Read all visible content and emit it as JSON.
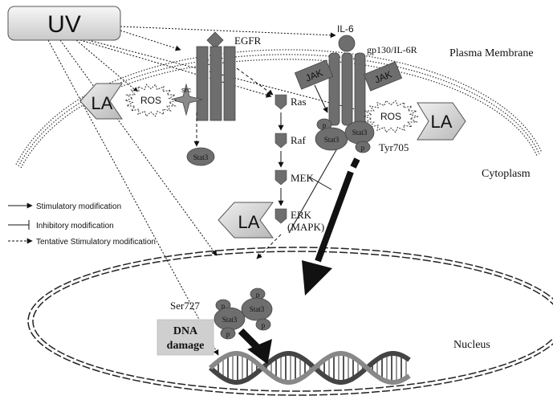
{
  "labels": {
    "uv": "UV",
    "egfr": "EGFR",
    "il6": "IL-6",
    "gp130": "gp130/IL-6R",
    "plasma_membrane": "Plasma Membrane",
    "jak": "JAK",
    "ros": "ROS",
    "la": "LA",
    "src": "src",
    "ras": "Ras",
    "raf": "Raf",
    "mek": "MEK",
    "erk": "ERK",
    "mapk": "(MAPK)",
    "stat3": "Stat3",
    "p": "p",
    "tyr705": "Tyr705",
    "ser727": "Ser727",
    "cytoplasm": "Cytoplasm",
    "nucleus": "Nucleus",
    "dna_damage_line1": "DNA",
    "dna_damage_line2": "damage"
  },
  "legend": {
    "stimulatory": "Stimulatory modification",
    "inhibitory": "Inhibitory modification",
    "tentative": "Tentative Stimulatory modification"
  },
  "colors": {
    "protein_fill": "#6e6e6e",
    "uv_box_fill": "#e8e8e8",
    "la_fill": "#d9d9d9",
    "dna_damage_fill": "#cfcfcf",
    "arrow_dark": "#222222"
  }
}
